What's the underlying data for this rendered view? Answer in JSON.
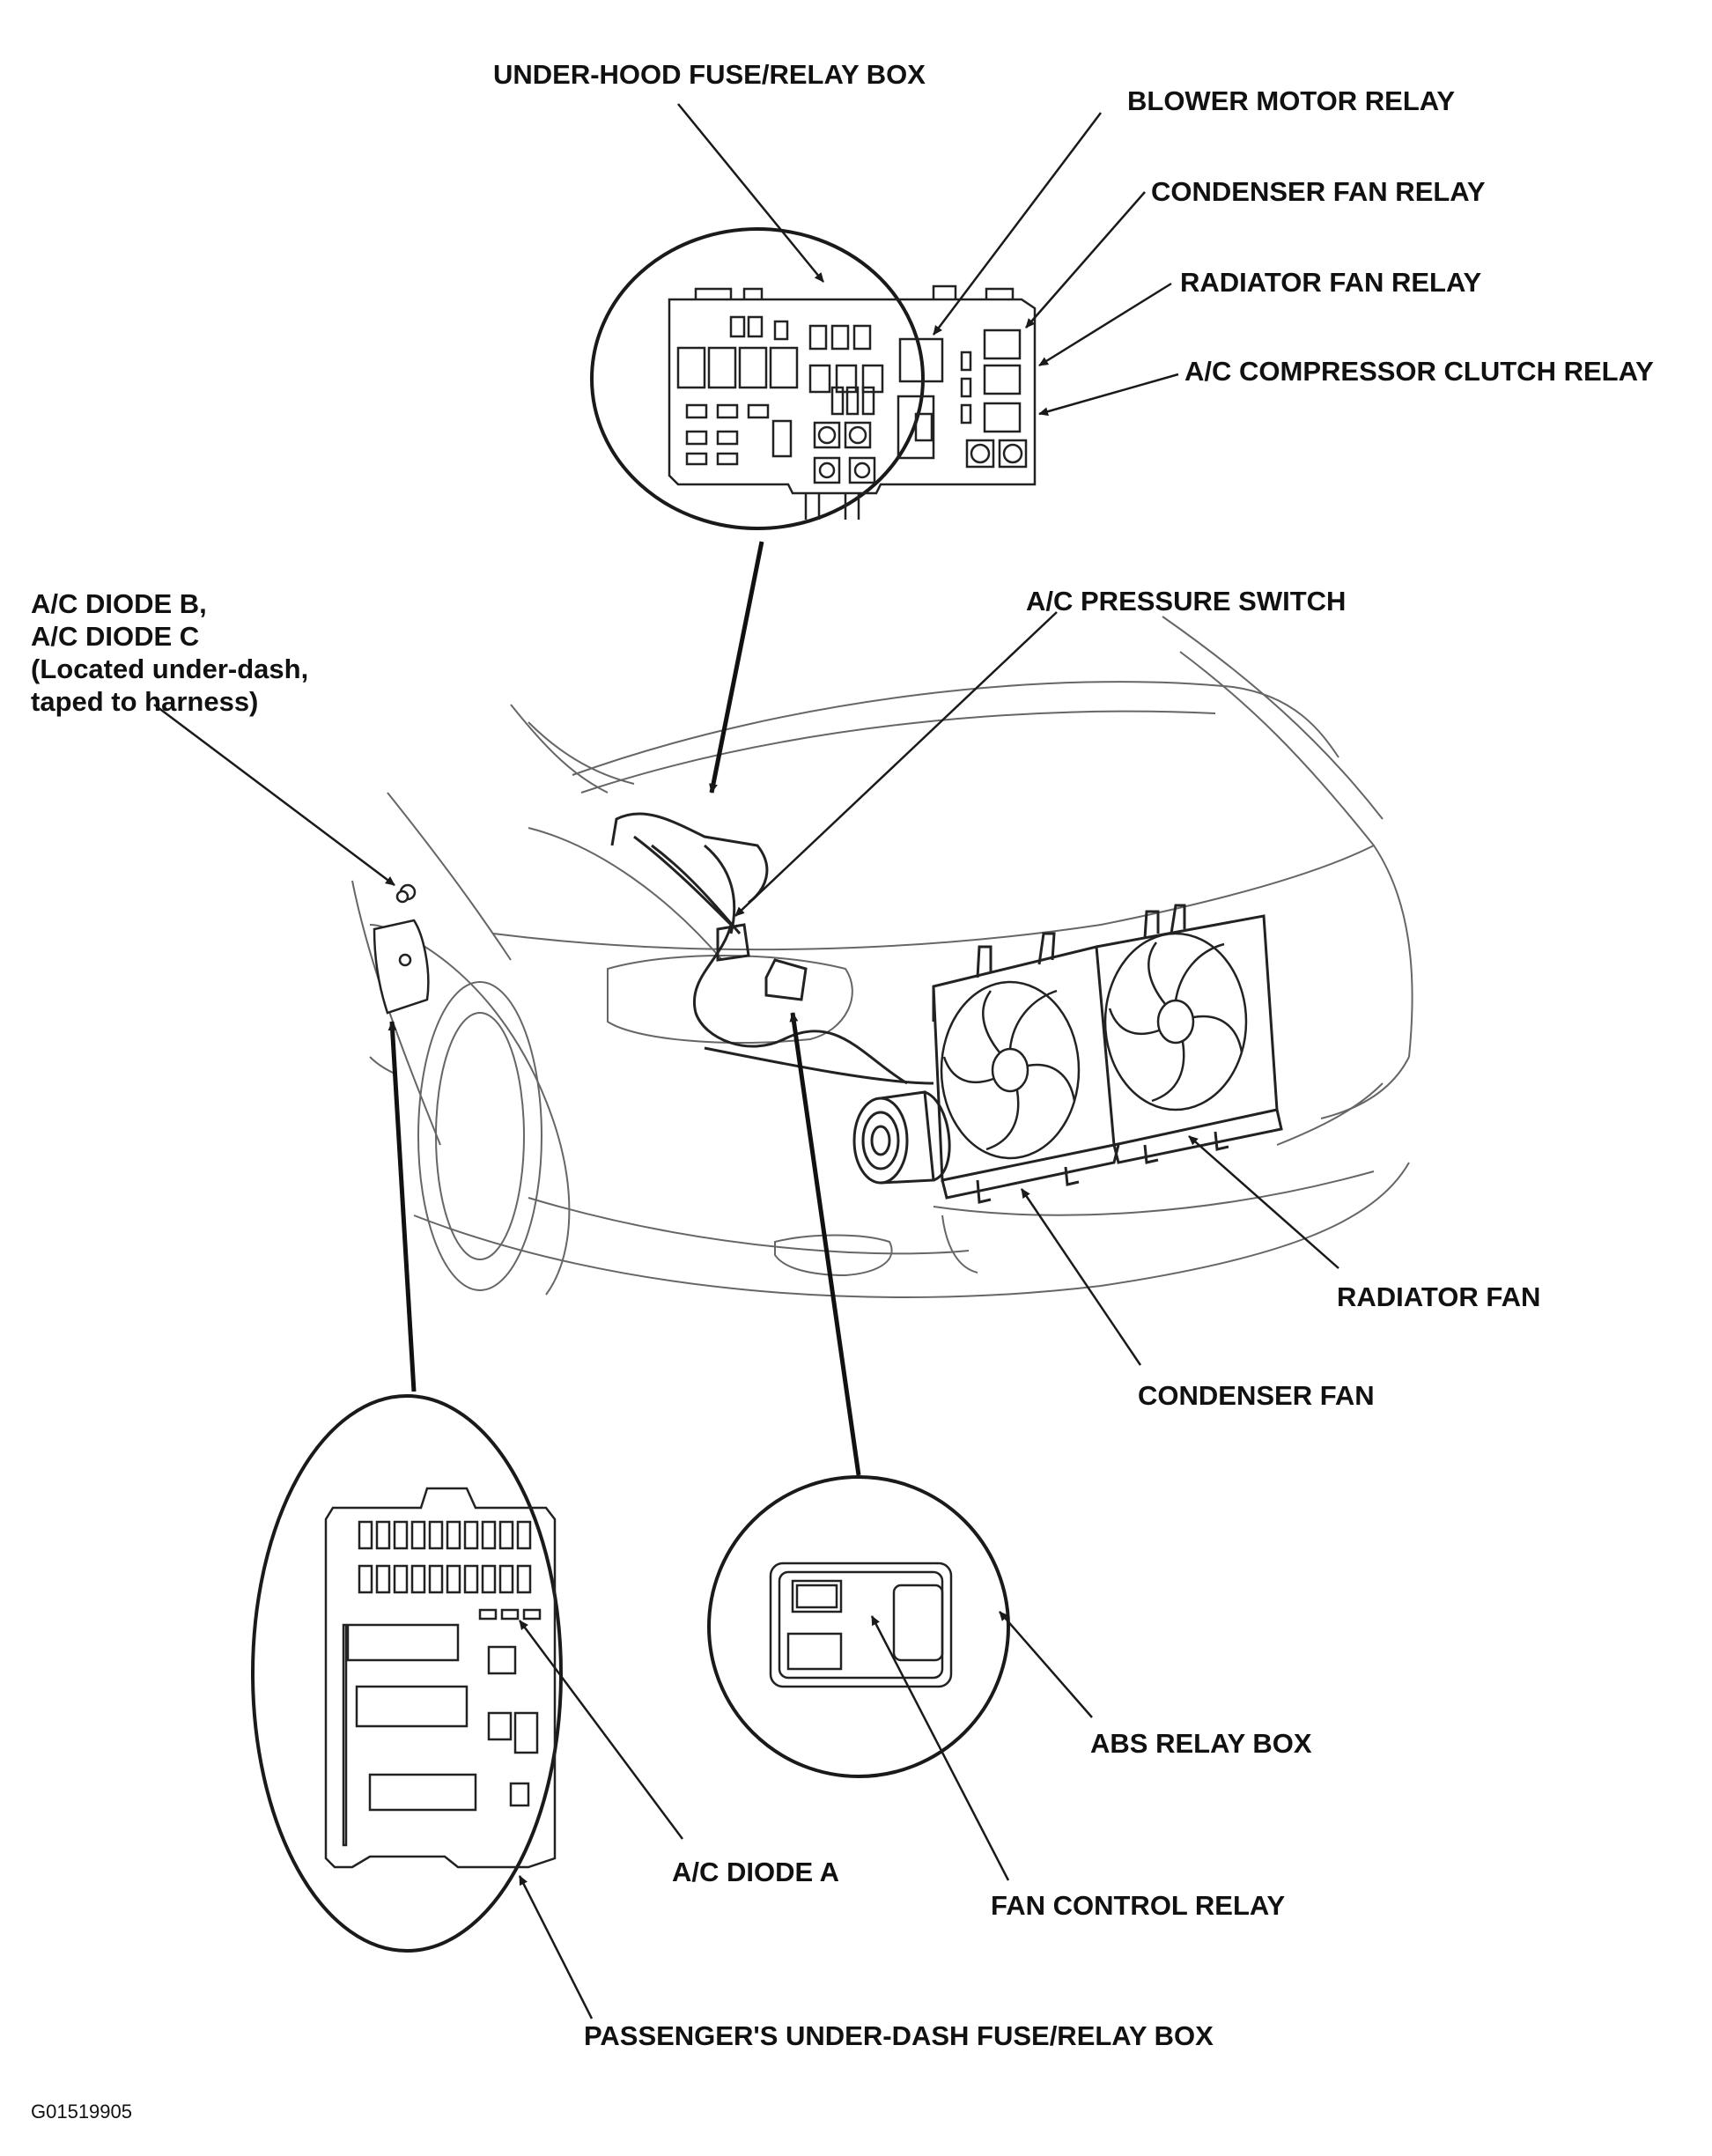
{
  "labels": {
    "under_hood_box": "UNDER-HOOD FUSE/RELAY BOX",
    "blower_motor_relay": "BLOWER MOTOR RELAY",
    "condenser_fan_relay": "CONDENSER FAN RELAY",
    "radiator_fan_relay": "RADIATOR FAN RELAY",
    "compressor_clutch_relay": "A/C COMPRESSOR CLUTCH RELAY",
    "pressure_switch": "A/C PRESSURE SWITCH",
    "diodes_bc": "A/C DIODE B,\nA/C DIODE C\n(Located under-dash,\ntaped to harness)",
    "radiator_fan": "RADIATOR FAN",
    "condenser_fan": "CONDENSER FAN",
    "abs_relay_box": "ABS RELAY BOX",
    "diode_a": "A/C DIODE A",
    "fan_control_relay": "FAN CONTROL RELAY",
    "passenger_box": "PASSENGER'S UNDER-DASH FUSE/RELAY BOX"
  },
  "figure_id": "G01519905",
  "colors": {
    "ink": "#111111",
    "line": "#1a1a1a",
    "fine": "#555555",
    "background": "#ffffff"
  }
}
